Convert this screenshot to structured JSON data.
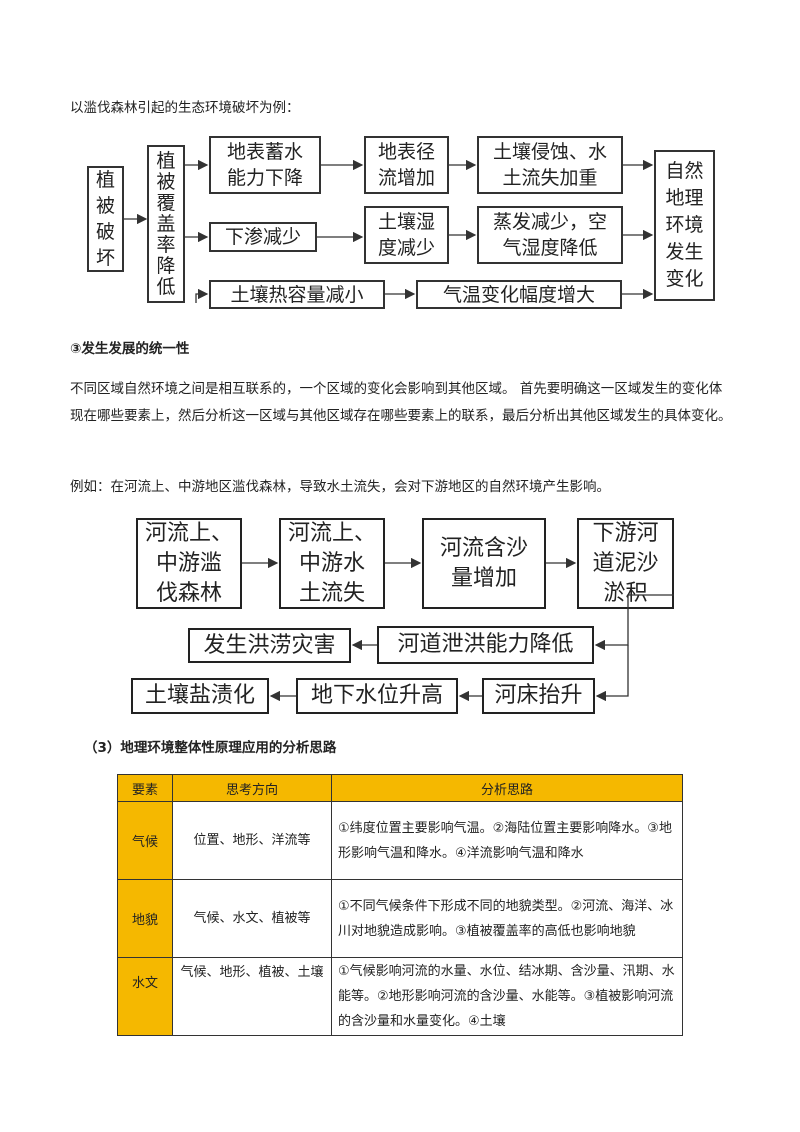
{
  "intro": "以滥伐森林引起的生态环境破坏为例：",
  "diagram1": {
    "veg_destroy": [
      "植",
      "被",
      "破",
      "坏"
    ],
    "cover_drop": [
      "植",
      "被",
      "覆",
      "盖",
      "率",
      "降",
      "低"
    ],
    "row1": [
      "地表蓄水\n能力下降",
      "地表径\n流增加",
      "土壤侵蚀、水\n土流失加重"
    ],
    "row2": [
      "下渗减少",
      "土壤湿\n度减少",
      "蒸发减少，空\n气湿度降低"
    ],
    "row3": [
      "土壤热容量减小",
      "气温变化幅度增大"
    ],
    "result": [
      "自然",
      "地理",
      "环境",
      "发生",
      "变化"
    ]
  },
  "section_title": "③发生发展的统一性",
  "para1": "不同区域自然环境之间是相互联系的，一个区域的变化会影响到其他区域。 首先要明确这一区域发生的变化体现在哪些要素上，然后分析这一区域与其他区域存在哪些要素上的联系，最后分析出其他区域发生的具体变化。",
  "para2": "例如：在河流上、中游地区滥伐森林，导致水土流失，会对下游地区的自然环境产生影响。",
  "diagram2": {
    "top": [
      "河流上、\n中游滥\n伐森林",
      "河流上、\n中游水\n土流失",
      "河流含沙\n量增加",
      "下游河\n道泥沙\n淤积"
    ],
    "mid": [
      "发生洪涝灾害",
      "河道泄洪能力降低"
    ],
    "bottom": [
      "土壤盐渍化",
      "地下水位升高",
      "河床抬升"
    ]
  },
  "section3_title": "（3）地理环境整体性原理应用的分析思路",
  "table": {
    "headers": [
      "要素",
      "思考方向",
      "分析思路"
    ],
    "rows": [
      {
        "key": "气候",
        "direction": "位置、地形、洋流等",
        "analysis": "①纬度位置主要影响气温。②海陆位置主要影响降水。③地形影响气温和降水。④洋流影响气温和降水"
      },
      {
        "key": "地貌",
        "direction": "气候、水文、植被等",
        "analysis": "①不同气候条件下形成不同的地貌类型。②河流、海洋、冰川对地貌造成影响。③植被覆盖率的高低也影响地貌"
      },
      {
        "key": "水文",
        "direction": "气候、地形、植被、土壤",
        "analysis": "①气候影响河流的水量、水位、结冰期、含沙量、汛期、水能等。②地形影响河流的含沙量、水能等。③植被影响河流的含沙量和水量变化。④土壤"
      }
    ]
  },
  "colors": {
    "table_header": "#f5b800",
    "key_column": "#f5b800"
  }
}
